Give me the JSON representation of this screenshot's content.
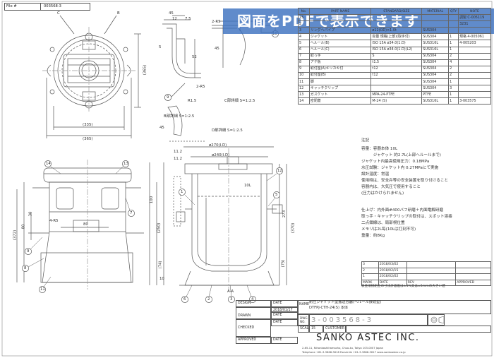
{
  "file_no": {
    "label": "File #",
    "value": "003568-3"
  },
  "banner": "図面をPDFで表示できます",
  "parts_table": {
    "headers": [
      "No.",
      "PART NAME",
      "STANDARD/SIZE",
      "MATERIAL",
      "QTY",
      "NOTE"
    ],
    "rows": [
      [
        "15",
        "",
        "",
        "",
        "",
        "調製 C-005119"
      ],
      [
        "2",
        "",
        "",
        "",
        "",
        "3231"
      ],
      [
        "3",
        "リングヘパイプ",
        "ø12(OD)×1.0t",
        "SUS304",
        "",
        ""
      ],
      [
        "4",
        "ジャケット",
        "容量 規格(上部)(取手付)",
        "SUS304",
        "1",
        "規格 4-005061"
      ],
      [
        "5",
        "ヘルール(B)",
        "ISO 15A ø34.0(1.D)",
        "SUS316L",
        "1",
        "4-005203"
      ],
      [
        "6",
        "ヘルール(C)",
        "ISO 15A ø34.0(1.D)(L2)",
        "SUS316L",
        "1",
        ""
      ],
      [
        "7",
        "取っ手",
        "S",
        "SUS304",
        "2",
        ""
      ],
      [
        "8",
        "アテ板",
        "t1.5",
        "SUS304",
        "4",
        ""
      ],
      [
        "9",
        "取付座(A)キリカキ付",
        "t12",
        "SUS304",
        "2",
        ""
      ],
      [
        "10",
        "取付座(B)",
        "t12",
        "SUS304",
        "2",
        ""
      ],
      [
        "11",
        "脚",
        "",
        "SUS304",
        "1",
        ""
      ],
      [
        "12",
        "キャッチクリップ",
        "",
        "SUS304",
        "3",
        ""
      ],
      [
        "13",
        "ガスケット",
        "MPA-24-PTFE",
        "PTFE",
        "1",
        ""
      ],
      [
        "14",
        "密閉蓋",
        "M-24 (S)",
        "SUS316L",
        "1",
        "3-003575"
      ]
    ]
  },
  "notes": {
    "title": "注記",
    "lines": [
      "容量：容器本体 10L",
      "　　　ジャケット 約2.7L(上部ヘルールまで)",
      "ジャケット内最高使用圧力：0.18MPa",
      "水圧試験：ジャケット内 0.27MPaにて実施",
      "設計温度：常温",
      "使用時は、安全弁等の安全装置を取り付けること",
      "容器内は、大気圧で使用すること",
      "(圧力はかけられません)",
      "",
      "仕上げ：内外面#400バフ研磨＋内面電解研磨",
      "取っ手・キャッチクリップの取付は、スポット溶接",
      "二点鎖線は、局部視位置",
      "メモリは2L毎(10Lは打刻不可)",
      "重量：約8Kg"
    ]
  },
  "revisions": {
    "rows": [
      [
        "3",
        "2018/03/02",
        "",
        ""
      ],
      [
        "2",
        "2018/02/15",
        "",
        ""
      ],
      [
        "1",
        "2018/02/02",
        "",
        ""
      ]
    ],
    "headers": [
      "MARK",
      "DATE",
      "REV",
      "APPROVED"
    ],
    "tolerance_note": "板金溶接組立の寸法許容差は±1%又は±5mmの大きい値"
  },
  "title_block": {
    "design": "DESIGN",
    "drawn": "DRAWN",
    "checked": "CHECKED",
    "approved": "APPROVED",
    "date": "DATE",
    "date_value": "2018/01/17",
    "name_label": "NAME",
    "name_line1": "耐圧ジャケット型搬送容器(ヘルール接続型)",
    "name_line2": "DTFPJ-CTH-24(S) 本体",
    "dwg_label": "DWG NO.",
    "dwg_no": "3-003568-3",
    "scale_label": "SCALE",
    "scale_value": "15",
    "customer_label": "CUSTOMER",
    "company": "SANKO ASTEC INC.",
    "address1": "2-65-11, Nihonbashihamacho, Chuo-ku, Tokyo 103-0007 Japan",
    "address2": "Telephone +81-3-3668-3618  Facsimile +81-3-3668-3617  www.sankoastec.co.jp"
  },
  "views": {
    "top_label_c": "C",
    "top_label_b": "B",
    "detail_c": "C部詳細 S=1:2.5",
    "detail_b": "B部詳細 S=1:2.5",
    "detail_d": "D部詳細 S=1:2.5",
    "section": "A-A",
    "dim_335": "(335)",
    "dim_365": "(365)",
    "dim_365v": "(365)",
    "dim_270": "ø270(I.D)",
    "dim_240": "ø240(I.D)",
    "dim_10l": "10L",
    "dim_372": "(372)",
    "dim_370": "(370)",
    "dim_273": "273",
    "dim_250": "(250)",
    "dim_100": "100",
    "dim_80": "80",
    "dim_4r5": "4-R5",
    "dim_30": "30",
    "dim_80v": "80",
    "dim_112": "11.2",
    "dim_112b": "11.2",
    "dim_74": "(74)",
    "dim_10": "10",
    "dim_75": "(75)",
    "dim_45": "45",
    "dim_12": "12",
    "dim_75b": "7.5",
    "dim_2r5": "2-R5",
    "dim_2r5b": "2-R5",
    "dim_r15": "R1.5",
    "dim_5": "5",
    "dim_45v": "45",
    "dim_52": "52",
    "dim_45d": "45",
    "balloons": [
      "1",
      "2",
      "3",
      "4",
      "5",
      "6",
      "7",
      "8",
      "9",
      "10",
      "11",
      "12",
      "13",
      "14"
    ]
  }
}
